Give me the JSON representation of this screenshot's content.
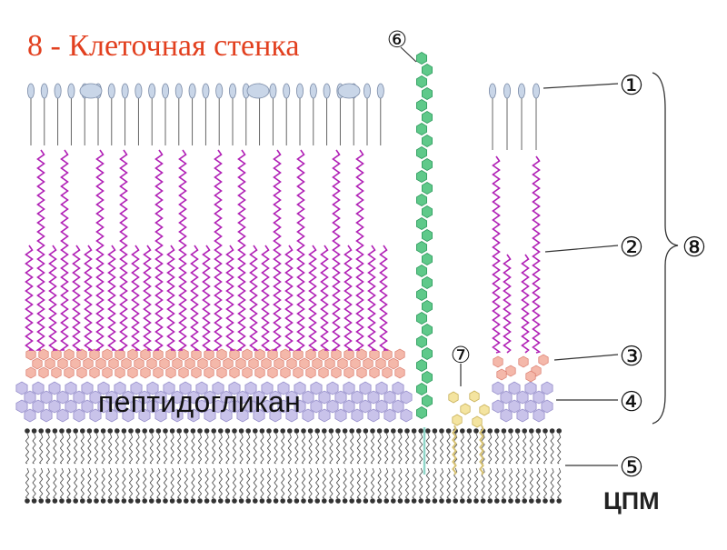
{
  "title": "8 - Клеточная стенка",
  "peptidoglycan_label": "пептидогликан",
  "membrane_label": "ЦПМ",
  "callouts": [
    {
      "id": "1",
      "glyph": "①"
    },
    {
      "id": "2",
      "glyph": "②"
    },
    {
      "id": "3",
      "glyph": "③"
    },
    {
      "id": "4",
      "glyph": "④"
    },
    {
      "id": "5",
      "glyph": "⑤"
    },
    {
      "id": "6",
      "glyph": "⑥"
    },
    {
      "id": "7",
      "glyph": "⑦"
    },
    {
      "id": "8",
      "glyph": "⑧"
    }
  ],
  "colors": {
    "title": "#e2401f",
    "chain": "#b01fb5",
    "head": "#c9d6e8",
    "pink_layer": "#f4b8aa",
    "purple_layer": "#c9c3ea",
    "green_chain": "#5fc98a",
    "yellow_chain": "#f4e4a0",
    "membrane": "#333333"
  }
}
